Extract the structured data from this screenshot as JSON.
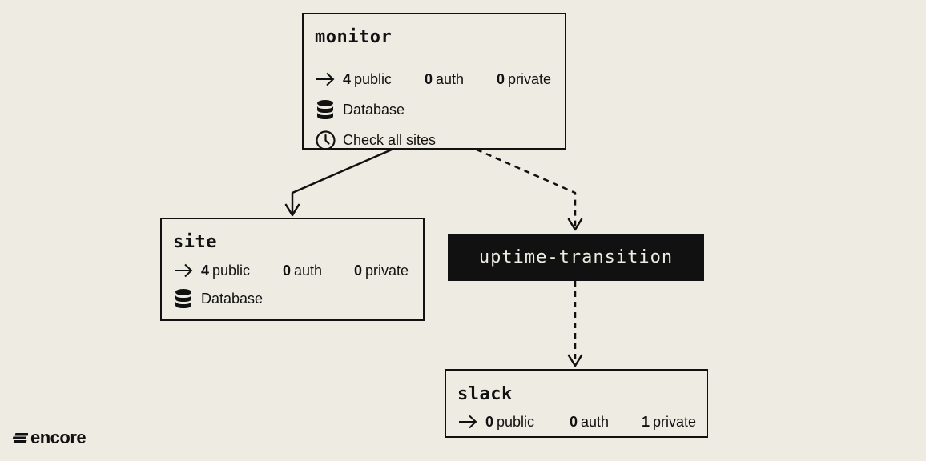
{
  "diagram": {
    "colors": {
      "background": "#eeece2",
      "ink": "#111111",
      "topic_fill": "#111111",
      "topic_text": "#eeece2"
    },
    "services": {
      "monitor": {
        "name": "monitor",
        "endpoints": {
          "public_count": "4",
          "public_label": "public",
          "auth_count": "0",
          "auth_label": "auth",
          "private_count": "0",
          "private_label": "private",
          "icon": "arrow-right-icon"
        },
        "resources": [
          {
            "icon": "database-icon",
            "label": "Database"
          },
          {
            "icon": "clock-icon",
            "label": "Check all sites"
          }
        ]
      },
      "site": {
        "name": "site",
        "endpoints": {
          "public_count": "4",
          "public_label": "public",
          "auth_count": "0",
          "auth_label": "auth",
          "private_count": "0",
          "private_label": "private",
          "icon": "arrow-right-icon"
        },
        "resources": [
          {
            "icon": "database-icon",
            "label": "Database"
          }
        ]
      },
      "slack": {
        "name": "slack",
        "endpoints": {
          "public_count": "0",
          "public_label": "public",
          "auth_count": "0",
          "auth_label": "auth",
          "private_count": "1",
          "private_label": "private",
          "icon": "arrow-right-icon"
        },
        "resources": []
      }
    },
    "topics": [
      {
        "name": "uptime-transition"
      }
    ],
    "edges": [
      {
        "from": "monitor",
        "to": "site",
        "style": "solid"
      },
      {
        "from": "monitor",
        "to": "uptime-transition",
        "style": "dashed"
      },
      {
        "from": "uptime-transition",
        "to": "slack",
        "style": "dashed"
      }
    ]
  },
  "brand": {
    "logo_text": "encore",
    "icon": "encore-logo-icon"
  }
}
